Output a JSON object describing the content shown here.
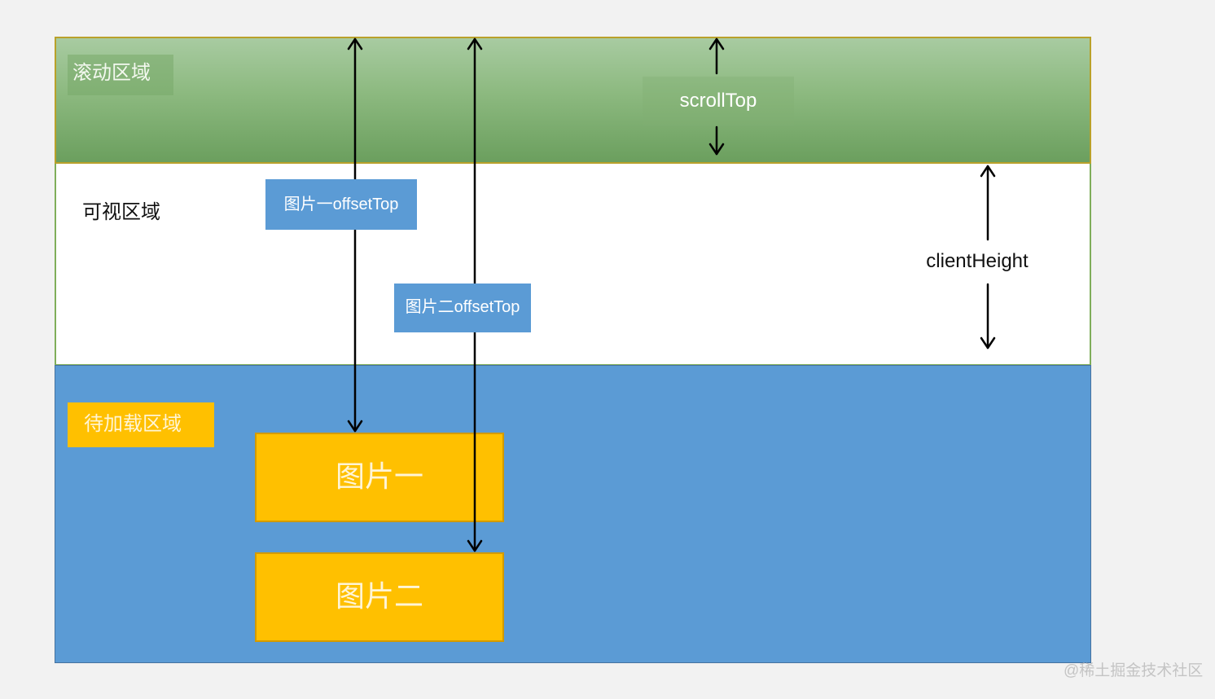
{
  "regions": {
    "scroll_label": "滚动区域",
    "view_label": "可视区域",
    "load_label": "待加载区域"
  },
  "measures": {
    "scroll_top": "scrollTop",
    "client_height": "clientHeight",
    "offset_top_1": "图片一offsetTop",
    "offset_top_2": "图片二offsetTop"
  },
  "images": {
    "image_1": "图片一",
    "image_2": "图片二"
  },
  "watermark": "@稀土掘金技术社区",
  "colors": {
    "scroll_region": "#8cb97f",
    "view_region": "#ffffff",
    "load_region": "#5b9bd5",
    "image_fill": "#ffc000",
    "arrow": "#000000"
  }
}
